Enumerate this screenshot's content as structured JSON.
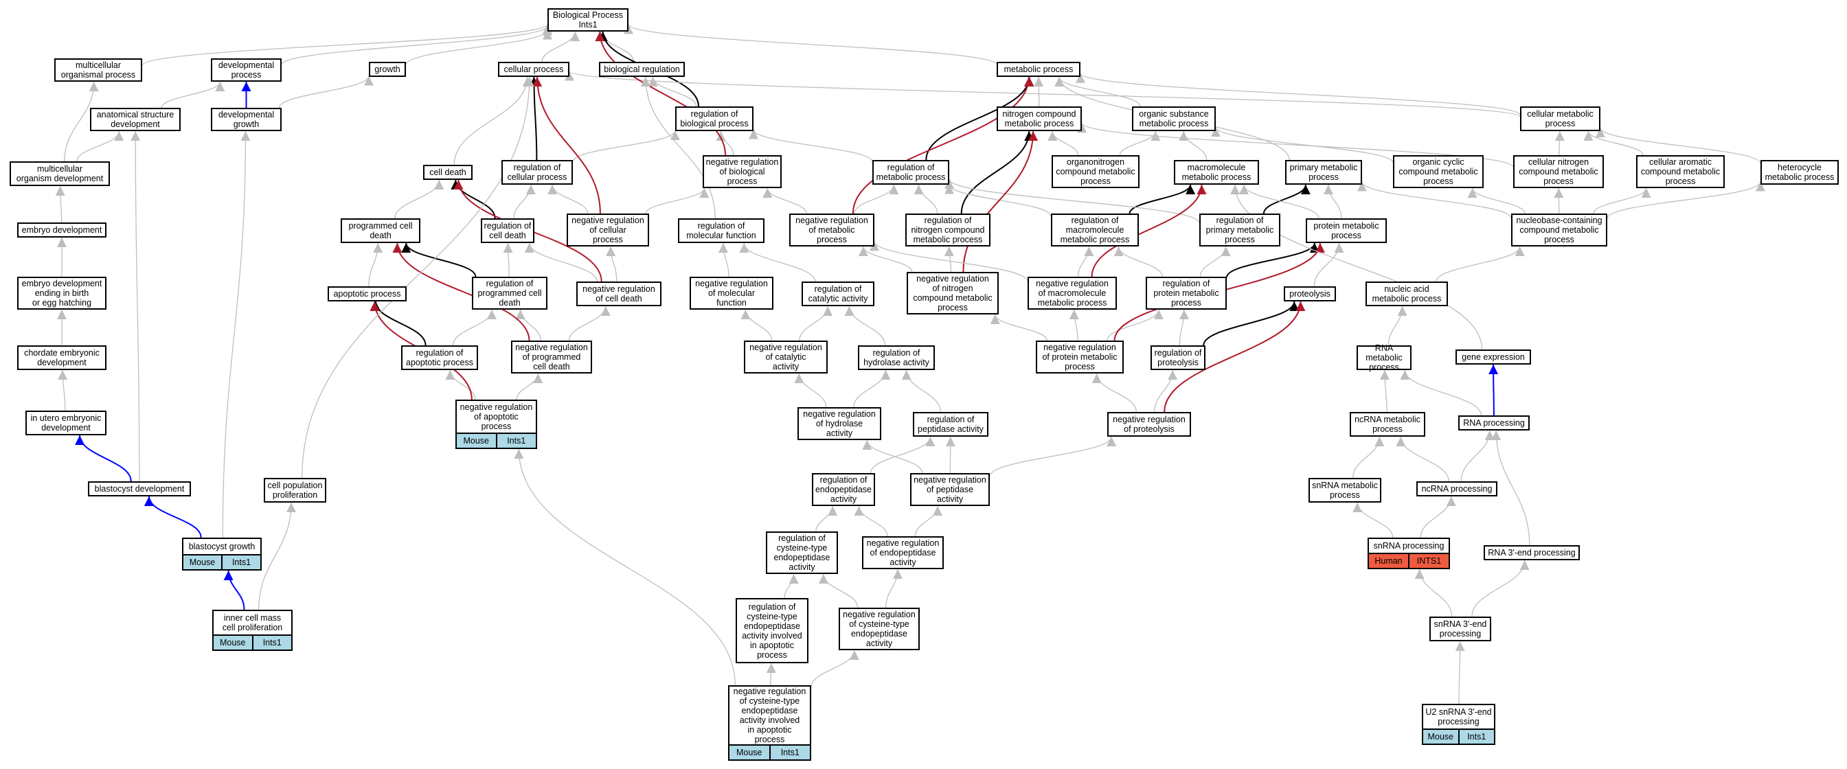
{
  "graph": {
    "colors": {
      "gray": "#bebebe",
      "black": "#000000",
      "red": "#b2182b",
      "blue": "#0000ff",
      "mouse": "#add8e6",
      "human": "#ef5b40"
    },
    "nodes": [
      {
        "id": "bp",
        "label": "Biological Process\nInts1"
      },
      {
        "id": "mop",
        "label": "multicellular\norganismal process"
      },
      {
        "id": "dp",
        "label": "developmental\nprocess"
      },
      {
        "id": "growth",
        "label": "growth"
      },
      {
        "id": "cp",
        "label": "cellular process"
      },
      {
        "id": "breg",
        "label": "biological regulation"
      },
      {
        "id": "metp",
        "label": "metabolic process"
      },
      {
        "id": "asd",
        "label": "anatomical structure\ndevelopment"
      },
      {
        "id": "dgr",
        "label": "developmental\ngrowth"
      },
      {
        "id": "rbp",
        "label": "regulation of\nbiological process"
      },
      {
        "id": "ncmp",
        "label": "nitrogen compound\nmetabolic process"
      },
      {
        "id": "osmp",
        "label": "organic substance\nmetabolic process"
      },
      {
        "id": "cmp",
        "label": "cellular metabolic\nprocess"
      },
      {
        "id": "mod",
        "label": "multicellular\norganism development"
      },
      {
        "id": "celld",
        "label": "cell death"
      },
      {
        "id": "rcp",
        "label": "regulation of\ncellular process"
      },
      {
        "id": "nrbp",
        "label": "negative regulation\nof biological\nprocess"
      },
      {
        "id": "rmp",
        "label": "regulation of\nmetabolic process"
      },
      {
        "id": "oncmp",
        "label": "organonitrogen\ncompound metabolic\nprocess"
      },
      {
        "id": "macmp",
        "label": "macromolecule\nmetabolic process"
      },
      {
        "id": "pmp",
        "label": "primary metabolic\nprocess"
      },
      {
        "id": "occmp",
        "label": "organic cyclic\ncompound metabolic\nprocess"
      },
      {
        "id": "cncmp",
        "label": "cellular nitrogen\ncompound metabolic\nprocess"
      },
      {
        "id": "cacmp",
        "label": "cellular aromatic\ncompound metabolic\nprocess"
      },
      {
        "id": "hmp",
        "label": "heterocycle\nmetabolic process"
      },
      {
        "id": "embd",
        "label": "embryo development"
      },
      {
        "id": "pcd",
        "label": "programmed cell\ndeath"
      },
      {
        "id": "rcd",
        "label": "regulation of\ncell death"
      },
      {
        "id": "nrcp",
        "label": "negative regulation\nof cellular\nprocess"
      },
      {
        "id": "rmf",
        "label": "regulation of\nmolecular function"
      },
      {
        "id": "nrmp",
        "label": "negative regulation\nof metabolic\nprocess"
      },
      {
        "id": "rncmp",
        "label": "regulation of\nnitrogen compound\nmetabolic process"
      },
      {
        "id": "rmmp",
        "label": "regulation of\nmacromolecule\nmetabolic process"
      },
      {
        "id": "rpmp",
        "label": "regulation of\nprimary metabolic\nprocess"
      },
      {
        "id": "protmp",
        "label": "protein metabolic\nprocess"
      },
      {
        "id": "nbcmp",
        "label": "nucleobase-containing\ncompound metabolic\nprocess"
      },
      {
        "id": "edeb",
        "label": "embryo development\nending in birth\nor egg hatching"
      },
      {
        "id": "apop",
        "label": "apoptotic process"
      },
      {
        "id": "rpcd",
        "label": "regulation of\nprogrammed cell\ndeath"
      },
      {
        "id": "nrcd",
        "label": "negative regulation\nof cell death"
      },
      {
        "id": "nrmf",
        "label": "negative regulation\nof molecular\nfunction"
      },
      {
        "id": "rca",
        "label": "regulation of\ncatalytic activity"
      },
      {
        "id": "nrncmp",
        "label": "negative regulation\nof nitrogen\ncompound metabolic\nprocess"
      },
      {
        "id": "nrmmp",
        "label": "negative regulation\nof macromolecule\nmetabolic process"
      },
      {
        "id": "rprotmp",
        "label": "regulation of\nprotein metabolic\nprocess"
      },
      {
        "id": "proteol",
        "label": "proteolysis"
      },
      {
        "id": "namp",
        "label": "nucleic acid\nmetabolic process"
      },
      {
        "id": "cemb",
        "label": "chordate embryonic\ndevelopment"
      },
      {
        "id": "rap",
        "label": "regulation of\napoptotic process"
      },
      {
        "id": "nrpcd",
        "label": "negative regulation\nof programmed\ncell death"
      },
      {
        "id": "nrca",
        "label": "negative regulation\nof catalytic\nactivity"
      },
      {
        "id": "rha",
        "label": "regulation of\nhydrolase activity"
      },
      {
        "id": "nrprotmp",
        "label": "negative regulation\nof protein metabolic\nprocess"
      },
      {
        "id": "rproteol",
        "label": "regulation of\nproteolysis"
      },
      {
        "id": "rnamp",
        "label": "RNA metabolic\nprocess"
      },
      {
        "id": "gexp",
        "label": "gene expression"
      },
      {
        "id": "iued",
        "label": "in utero embryonic\ndevelopment"
      },
      {
        "id": "nrap",
        "label": "negative regulation\nof apoptotic\nprocess",
        "tags": [
          "Mouse",
          "Ints1"
        ]
      },
      {
        "id": "nrha",
        "label": "negative regulation\nof hydrolase\nactivity"
      },
      {
        "id": "rpa",
        "label": "regulation of\npeptidase activity"
      },
      {
        "id": "nrproteol",
        "label": "negative regulation\nof proteolysis"
      },
      {
        "id": "ncrnamp",
        "label": "ncRNA metabolic\nprocess"
      },
      {
        "id": "rnaproc",
        "label": "RNA processing"
      },
      {
        "id": "blastd",
        "label": "blastocyst development"
      },
      {
        "id": "cpp",
        "label": "cell population\nproliferation"
      },
      {
        "id": "rea",
        "label": "regulation of\nendopeptidase\nactivity"
      },
      {
        "id": "nrpa",
        "label": "negative regulation\nof peptidase\nactivity"
      },
      {
        "id": "snrnamp",
        "label": "snRNA metabolic\nprocess"
      },
      {
        "id": "ncrnaproc",
        "label": "ncRNA processing"
      },
      {
        "id": "blastg",
        "label": "blastocyst growth",
        "tags": [
          "Mouse",
          "Ints1"
        ]
      },
      {
        "id": "rctea",
        "label": "regulation of\ncysteine-type\nendopeptidase\nactivity"
      },
      {
        "id": "nrea",
        "label": "negative regulation\nof endopeptidase\nactivity"
      },
      {
        "id": "snrnaproc",
        "label": "snRNA processing",
        "tags": [
          "Human",
          "INTS1"
        ]
      },
      {
        "id": "rna3",
        "label": "RNA 3'-end processing"
      },
      {
        "id": "icmcp",
        "label": "inner cell mass\ncell proliferation",
        "tags": [
          "Mouse",
          "Ints1"
        ]
      },
      {
        "id": "rcteaap",
        "label": "regulation of\ncysteine-type\nendopeptidase\nactivity involved\nin apoptotic\nprocess"
      },
      {
        "id": "nrctea",
        "label": "negative regulation\nof cysteine-type\nendopeptidase\nactivity"
      },
      {
        "id": "snrna3",
        "label": "snRNA 3'-end\nprocessing"
      },
      {
        "id": "nrcteaap",
        "label": "negative regulation\nof cysteine-type\nendopeptidase\nactivity involved\nin apoptotic\nprocess",
        "tags": [
          "Mouse",
          "Ints1"
        ]
      },
      {
        "id": "u2",
        "label": "U2 snRNA 3'-end\nprocessing",
        "tags": [
          "Mouse",
          "Ints1"
        ]
      }
    ],
    "edges": [
      [
        "mop",
        "bp",
        "gray"
      ],
      [
        "dp",
        "bp",
        "gray"
      ],
      [
        "growth",
        "bp",
        "gray"
      ],
      [
        "cp",
        "bp",
        "gray"
      ],
      [
        "breg",
        "bp",
        "gray"
      ],
      [
        "metp",
        "bp",
        "gray"
      ],
      [
        "asd",
        "dp",
        "gray"
      ],
      [
        "dgr",
        "dp",
        "blue"
      ],
      [
        "dgr",
        "growth",
        "gray"
      ],
      [
        "rbp",
        "breg",
        "gray"
      ],
      [
        "rbp",
        "bp",
        "black"
      ],
      [
        "ncmp",
        "metp",
        "gray"
      ],
      [
        "osmp",
        "metp",
        "gray"
      ],
      [
        "cmp",
        "metp",
        "gray"
      ],
      [
        "cmp",
        "cp",
        "gray"
      ],
      [
        "mod",
        "mop",
        "gray"
      ],
      [
        "mod",
        "asd",
        "gray"
      ],
      [
        "celld",
        "cp",
        "gray"
      ],
      [
        "rcp",
        "cp",
        "black"
      ],
      [
        "rcp",
        "rbp",
        "gray"
      ],
      [
        "nrbp",
        "rbp",
        "gray"
      ],
      [
        "nrbp",
        "bp",
        "red"
      ],
      [
        "rmp",
        "rbp",
        "gray"
      ],
      [
        "rmp",
        "metp",
        "black"
      ],
      [
        "oncmp",
        "ncmp",
        "gray"
      ],
      [
        "oncmp",
        "osmp",
        "gray"
      ],
      [
        "macmp",
        "osmp",
        "gray"
      ],
      [
        "pmp",
        "metp",
        "gray"
      ],
      [
        "occmp",
        "osmp",
        "gray"
      ],
      [
        "cncmp",
        "ncmp",
        "gray"
      ],
      [
        "cncmp",
        "cmp",
        "gray"
      ],
      [
        "cacmp",
        "cmp",
        "gray"
      ],
      [
        "hmp",
        "cmp",
        "gray"
      ],
      [
        "embd",
        "mod",
        "gray"
      ],
      [
        "pcd",
        "celld",
        "gray"
      ],
      [
        "rcd",
        "celld",
        "black"
      ],
      [
        "rcd",
        "rcp",
        "gray"
      ],
      [
        "nrcp",
        "rcp",
        "gray"
      ],
      [
        "nrcp",
        "nrbp",
        "gray"
      ],
      [
        "nrcp",
        "cp",
        "red"
      ],
      [
        "rmf",
        "breg",
        "gray"
      ],
      [
        "nrmp",
        "rmp",
        "gray"
      ],
      [
        "nrmp",
        "nrbp",
        "gray"
      ],
      [
        "nrmp",
        "metp",
        "red"
      ],
      [
        "rncmp",
        "rmp",
        "gray"
      ],
      [
        "rncmp",
        "ncmp",
        "black"
      ],
      [
        "rmmp",
        "rmp",
        "gray"
      ],
      [
        "rmmp",
        "macmp",
        "black"
      ],
      [
        "rpmp",
        "rmp",
        "gray"
      ],
      [
        "rpmp",
        "pmp",
        "black"
      ],
      [
        "protmp",
        "macmp",
        "gray"
      ],
      [
        "protmp",
        "pmp",
        "gray"
      ],
      [
        "nbcmp",
        "occmp",
        "gray"
      ],
      [
        "nbcmp",
        "cncmp",
        "gray"
      ],
      [
        "nbcmp",
        "cacmp",
        "gray"
      ],
      [
        "nbcmp",
        "hmp",
        "gray"
      ],
      [
        "nbcmp",
        "pmp",
        "gray"
      ],
      [
        "edeb",
        "embd",
        "gray"
      ],
      [
        "apop",
        "pcd",
        "gray"
      ],
      [
        "rpcd",
        "pcd",
        "black"
      ],
      [
        "rpcd",
        "rcd",
        "gray"
      ],
      [
        "nrcd",
        "rcd",
        "gray"
      ],
      [
        "nrcd",
        "nrcp",
        "gray"
      ],
      [
        "nrcd",
        "celld",
        "red"
      ],
      [
        "nrmf",
        "rmf",
        "gray"
      ],
      [
        "rca",
        "rmf",
        "gray"
      ],
      [
        "nrncmp",
        "rncmp",
        "gray"
      ],
      [
        "nrncmp",
        "nrmp",
        "gray"
      ],
      [
        "nrncmp",
        "ncmp",
        "red"
      ],
      [
        "nrmmp",
        "rmmp",
        "gray"
      ],
      [
        "nrmmp",
        "nrmp",
        "gray"
      ],
      [
        "nrmmp",
        "macmp",
        "red"
      ],
      [
        "rprotmp",
        "rmmp",
        "gray"
      ],
      [
        "rprotmp",
        "rpmp",
        "gray"
      ],
      [
        "rprotmp",
        "protmp",
        "black"
      ],
      [
        "proteol",
        "protmp",
        "gray"
      ],
      [
        "namp",
        "nbcmp",
        "gray"
      ],
      [
        "cemb",
        "edeb",
        "gray"
      ],
      [
        "rap",
        "apop",
        "black"
      ],
      [
        "rap",
        "rpcd",
        "gray"
      ],
      [
        "nrpcd",
        "rpcd",
        "gray"
      ],
      [
        "nrpcd",
        "nrcd",
        "gray"
      ],
      [
        "nrpcd",
        "pcd",
        "red"
      ],
      [
        "nrca",
        "rca",
        "gray"
      ],
      [
        "nrca",
        "nrmf",
        "gray"
      ],
      [
        "rha",
        "rca",
        "gray"
      ],
      [
        "nrprotmp",
        "rprotmp",
        "gray"
      ],
      [
        "nrprotmp",
        "nrmmp",
        "gray"
      ],
      [
        "nrprotmp",
        "nrncmp",
        "gray"
      ],
      [
        "nrprotmp",
        "protmp",
        "red"
      ],
      [
        "rproteol",
        "rprotmp",
        "gray"
      ],
      [
        "rproteol",
        "proteol",
        "black"
      ],
      [
        "rnamp",
        "namp",
        "gray"
      ],
      [
        "gexp",
        "macmp",
        "gray"
      ],
      [
        "iued",
        "cemb",
        "gray"
      ],
      [
        "nrap",
        "rap",
        "gray"
      ],
      [
        "nrap",
        "nrpcd",
        "gray"
      ],
      [
        "nrap",
        "apop",
        "red"
      ],
      [
        "nrha",
        "rha",
        "gray"
      ],
      [
        "nrha",
        "nrca",
        "gray"
      ],
      [
        "rpa",
        "rha",
        "gray"
      ],
      [
        "nrproteol",
        "rproteol",
        "gray"
      ],
      [
        "nrproteol",
        "nrprotmp",
        "gray"
      ],
      [
        "nrproteol",
        "proteol",
        "red"
      ],
      [
        "ncrnamp",
        "rnamp",
        "gray"
      ],
      [
        "rnaproc",
        "rnamp",
        "gray"
      ],
      [
        "rnaproc",
        "gexp",
        "blue"
      ],
      [
        "blastd",
        "iued",
        "blue"
      ],
      [
        "blastd",
        "asd",
        "gray"
      ],
      [
        "cpp",
        "cp",
        "gray"
      ],
      [
        "rea",
        "rpa",
        "gray"
      ],
      [
        "nrpa",
        "rpa",
        "gray"
      ],
      [
        "nrpa",
        "nrha",
        "gray"
      ],
      [
        "nrpa",
        "nrproteol",
        "gray"
      ],
      [
        "snrnamp",
        "ncrnamp",
        "gray"
      ],
      [
        "ncrnaproc",
        "ncrnamp",
        "gray"
      ],
      [
        "ncrnaproc",
        "rnaproc",
        "gray"
      ],
      [
        "blastg",
        "blastd",
        "blue"
      ],
      [
        "blastg",
        "dgr",
        "gray"
      ],
      [
        "rctea",
        "rea",
        "gray"
      ],
      [
        "nrea",
        "rea",
        "gray"
      ],
      [
        "nrea",
        "nrpa",
        "gray"
      ],
      [
        "snrnaproc",
        "snrnamp",
        "gray"
      ],
      [
        "snrnaproc",
        "ncrnaproc",
        "gray"
      ],
      [
        "rna3",
        "rnaproc",
        "gray"
      ],
      [
        "icmcp",
        "blastg",
        "blue"
      ],
      [
        "icmcp",
        "cpp",
        "gray"
      ],
      [
        "rcteaap",
        "rctea",
        "gray"
      ],
      [
        "nrctea",
        "rctea",
        "gray"
      ],
      [
        "nrctea",
        "nrea",
        "gray"
      ],
      [
        "snrna3",
        "snrnaproc",
        "gray"
      ],
      [
        "snrna3",
        "rna3",
        "gray"
      ],
      [
        "nrcteaap",
        "rcteaap",
        "gray"
      ],
      [
        "nrcteaap",
        "nrctea",
        "gray"
      ],
      [
        "nrcteaap",
        "nrap",
        "gray"
      ],
      [
        "u2",
        "snrna3",
        "gray"
      ]
    ]
  }
}
